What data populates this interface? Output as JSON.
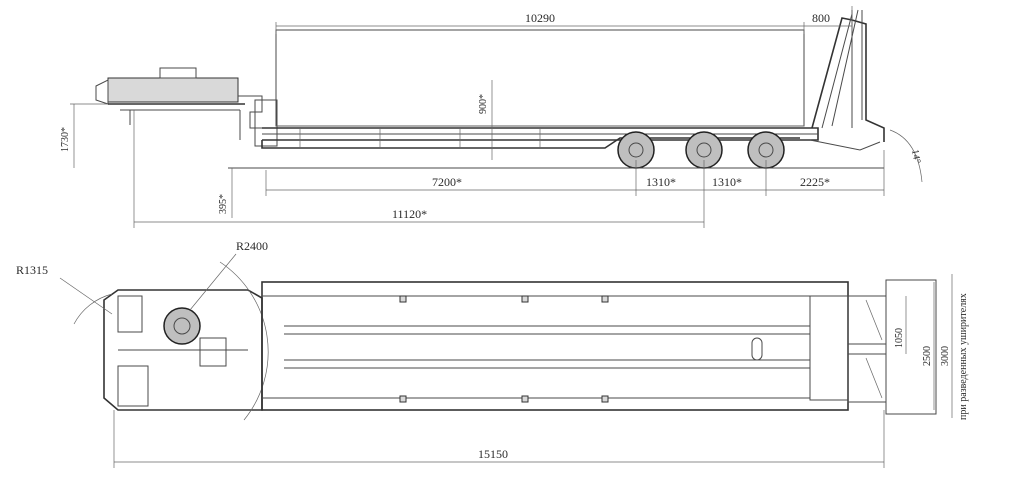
{
  "side_view": {
    "dims": {
      "deck_length": "10290",
      "ramp_length": "800",
      "deck_height": "900*",
      "overall_height": "1730*",
      "deck_to_axle": "7200*",
      "axle_spacing_1": "1310*",
      "axle_spacing_2": "1310*",
      "rear_overhang": "2225*",
      "ground_clearance": "395*",
      "kingpin_to_axle": "11120*",
      "ramp_angle": "14°"
    }
  },
  "top_view": {
    "dims": {
      "front_radius": "R1315",
      "swing_radius": "R2400",
      "ramp_width": "1050",
      "deck_width": "2500",
      "overall_width": "3000",
      "note": "при разведенных уширителях",
      "overall_length": "15150"
    }
  }
}
